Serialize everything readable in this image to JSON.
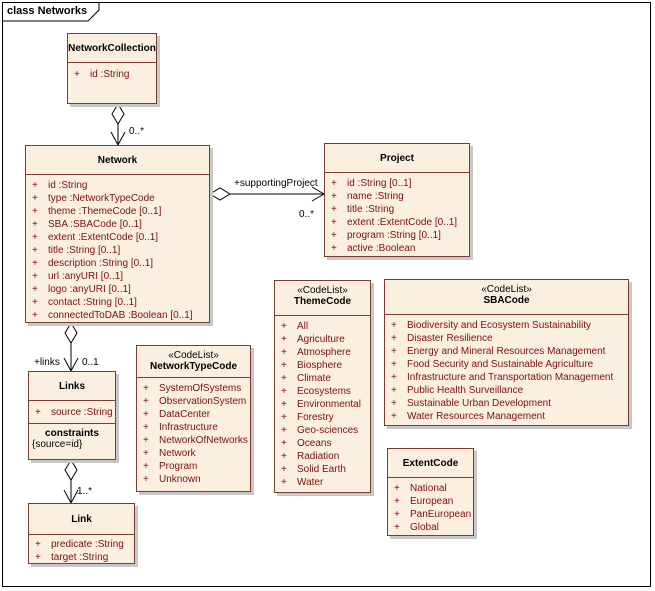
{
  "frame": {
    "label": "class Networks"
  },
  "classes": {
    "network_collection": {
      "name": "NetworkCollection",
      "attributes": [
        "id  :String"
      ]
    },
    "network": {
      "name": "Network",
      "attributes": [
        "id  :String",
        "type  :NetworkTypeCode",
        "theme  :ThemeCode [0..1]",
        "SBA  :SBACode [0..1]",
        "extent  :ExtentCode [0..1]",
        "title  :String [0..1]",
        "description  :String [0..1]",
        "url  :anyURI [0..1]",
        "logo  :anyURI [0..1]",
        "contact  :String [0..1]",
        "connectedToDAB  :Boolean [0..1]"
      ]
    },
    "project": {
      "name": "Project",
      "attributes": [
        "id  :String [0..1]",
        "name  :String",
        "title  :String",
        "extent  :ExtentCode [0..1]",
        "program  :String [0..1]",
        "active  :Boolean"
      ]
    },
    "links": {
      "name": "Links",
      "attributes": [
        "source  :String"
      ],
      "constraints_title": "constraints",
      "constraint": "{source=id}"
    },
    "link": {
      "name": "Link",
      "attributes": [
        "predicate  :String",
        "target  :String"
      ]
    },
    "network_type_code": {
      "stereotype": "«CodeList»",
      "name": "NetworkTypeCode",
      "attributes": [
        "SystemOfSystems",
        "ObservationSystem",
        "DataCenter",
        "Infrastructure",
        "NetworkOfNetworks",
        "Network",
        "Program",
        "Unknown"
      ]
    },
    "theme_code": {
      "stereotype": "«CodeList»",
      "name": "ThemeCode",
      "attributes": [
        "All",
        "Agriculture",
        "Atmosphere",
        "Biosphere",
        "Climate",
        "Ecosystems",
        "Environmental",
        "Forestry",
        "Geo-sciences",
        "Oceans",
        "Radiation",
        "Solid Earth",
        "Water"
      ]
    },
    "sba_code": {
      "stereotype": "«CodeList»",
      "name": "SBACode",
      "attributes": [
        "Biodiversity and Ecosystem Sustainability",
        "Disaster Resilience",
        "Energy and Mineral Resources Management",
        "Food Security and Sustainable Agriculture",
        "Infrastructure and Transportation Management",
        "Public Health Surveillance",
        "Sustainable Urban Development",
        "Water Resources Management"
      ]
    },
    "extent_code": {
      "name": "ExtentCode",
      "attributes": [
        "National",
        "European",
        "PanEuropean",
        "Global"
      ]
    }
  },
  "connectors": {
    "collection_network_mult": "0..*",
    "supporting_role": "+supportingProject",
    "supporting_mult": "0..*",
    "links_role": "+links",
    "links_mult": "0..1",
    "link_mult": "1..*"
  },
  "marker": "+"
}
